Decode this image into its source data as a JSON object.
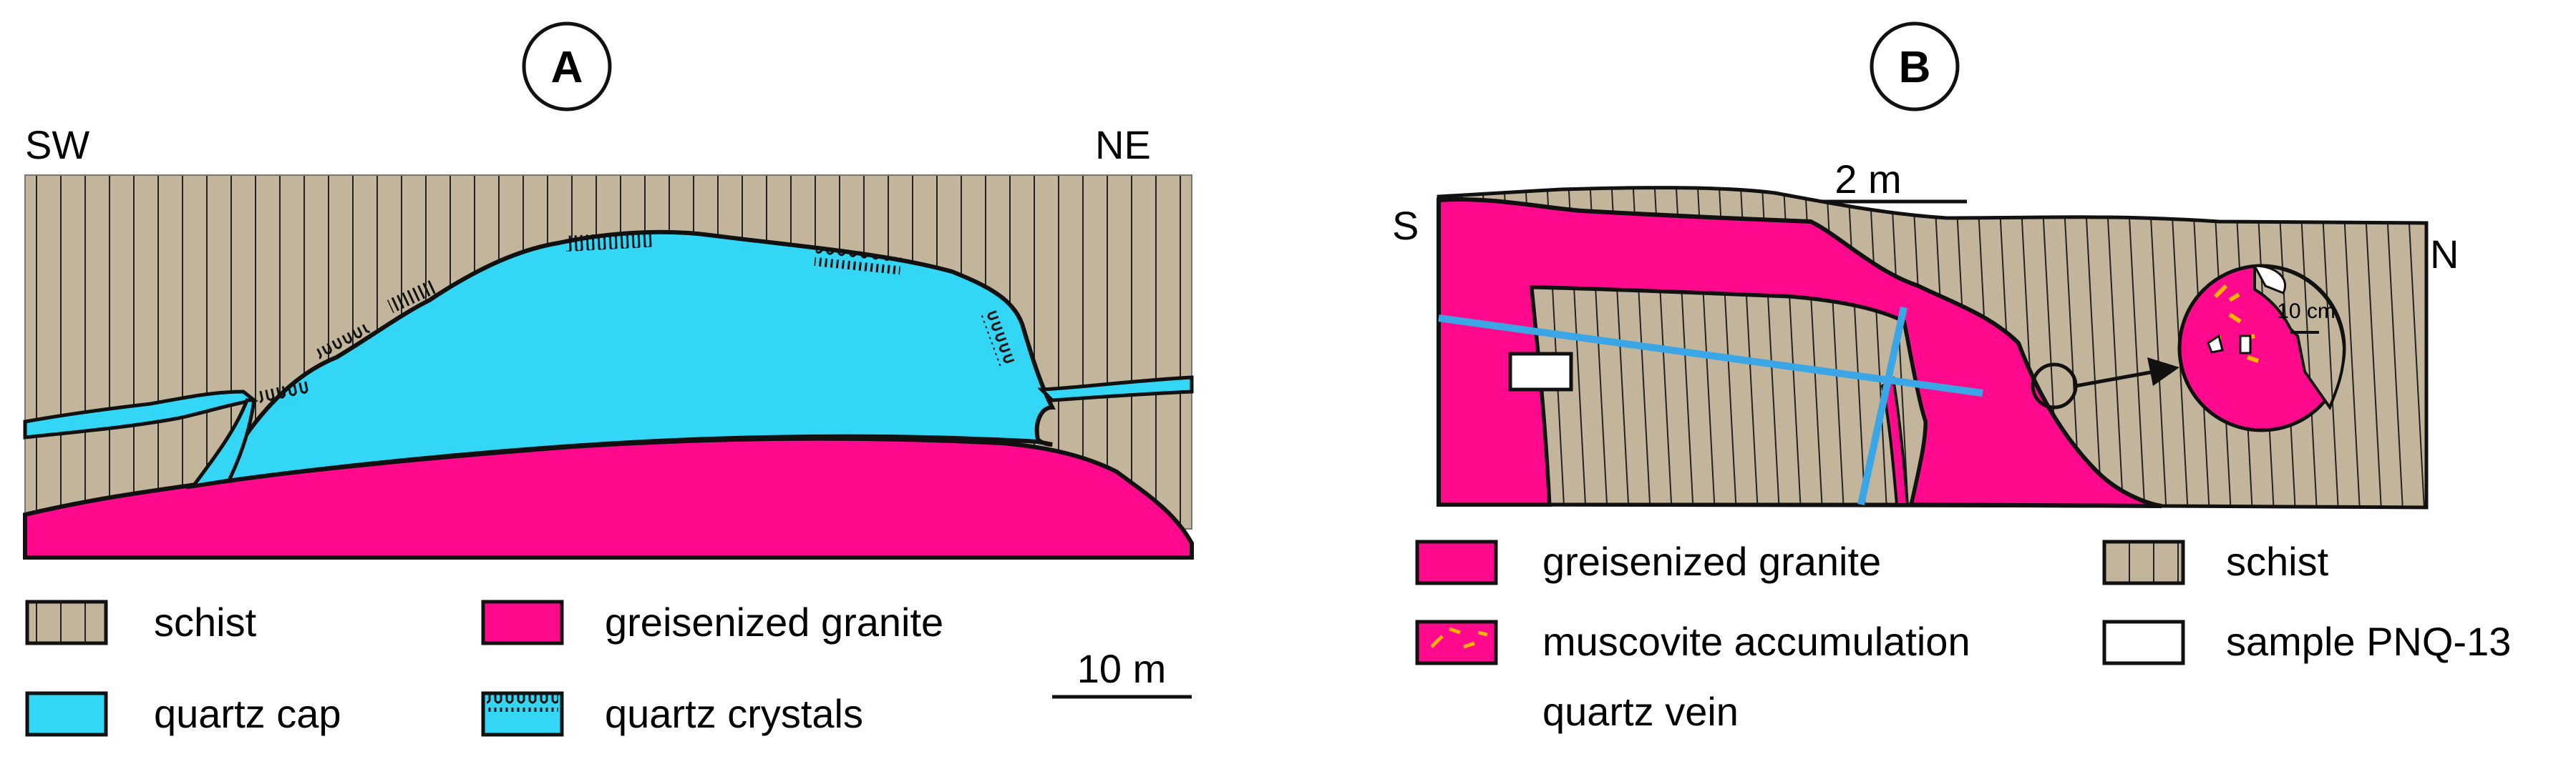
{
  "colors": {
    "schist": "#c2b59b",
    "quartz_cap": "#33d6f5",
    "greisenized_granite": "#ff0a8c",
    "muscovite": "#ffb400",
    "quartz_vein": "#3aa6e6",
    "outline": "#111111"
  },
  "panel_a": {
    "label": "A",
    "dir_left": "SW",
    "dir_right": "NE",
    "scale_label": "10 m",
    "legend": [
      {
        "key": "schist",
        "label": "schist"
      },
      {
        "key": "greisenized_granite",
        "label": "greisenized granite"
      },
      {
        "key": "quartz_cap",
        "label": "quartz cap"
      },
      {
        "key": "quartz_crystals",
        "label": "quartz crystals"
      }
    ]
  },
  "panel_b": {
    "label": "B",
    "dir_left": "S",
    "dir_right": "N",
    "scale_label": "2 m",
    "inset_scale_label": "10 cm",
    "legend": [
      {
        "key": "greisenized_granite",
        "label": "greisenized granite"
      },
      {
        "key": "schist",
        "label": "schist"
      },
      {
        "key": "muscovite",
        "label": "muscovite accumulation"
      },
      {
        "key": "sample",
        "label": "sample PNQ-13"
      },
      {
        "key": "quartz_vein",
        "label": "quartz vein"
      }
    ]
  }
}
